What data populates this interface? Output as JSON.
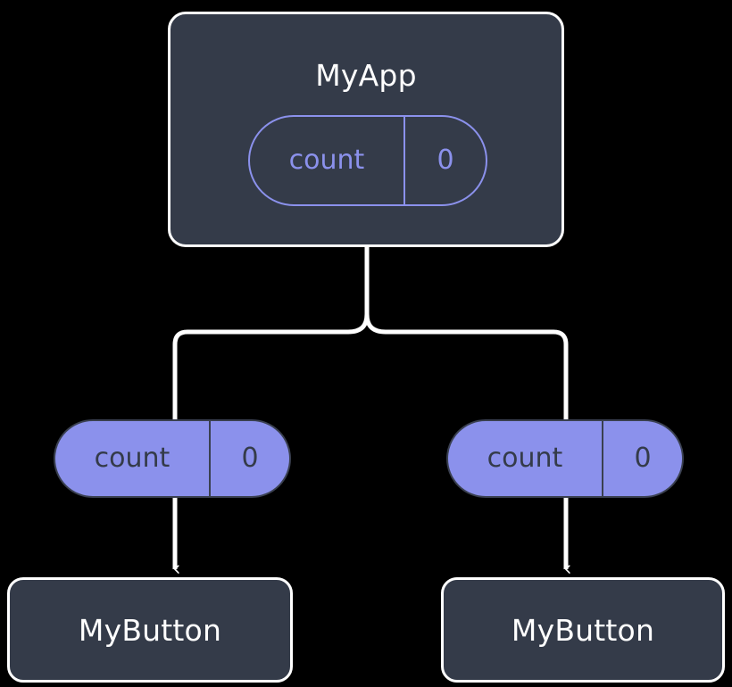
{
  "diagram": {
    "type": "component-tree",
    "background_color": "#000000",
    "colors": {
      "node_fill": "#343b49",
      "node_border": "#ffffff",
      "node_text": "#ffffff",
      "accent": "#8b91ec",
      "pill_text_on_fill": "#343b49",
      "connector": "#ffffff"
    },
    "root": {
      "title": "MyApp",
      "state_pill": {
        "key": "count",
        "value": "0"
      }
    },
    "props": [
      {
        "key": "count",
        "value": "0"
      },
      {
        "key": "count",
        "value": "0"
      }
    ],
    "leaves": [
      {
        "title": "MyButton"
      },
      {
        "title": "MyButton"
      }
    ]
  }
}
